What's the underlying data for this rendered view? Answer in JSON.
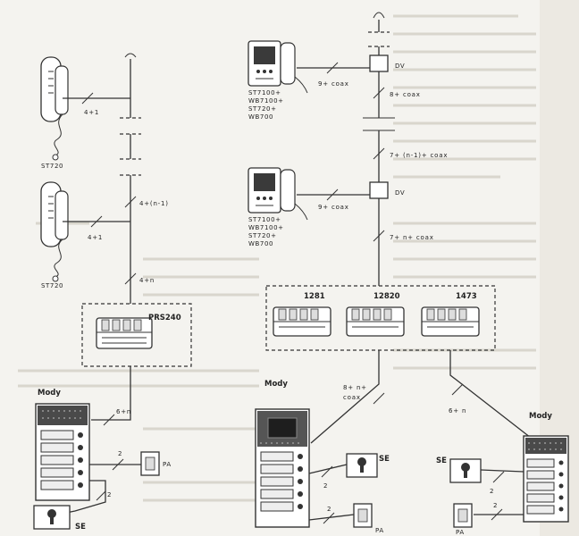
{
  "left_system": {
    "handset_top_label": "ST720",
    "handset_top_wires": "4+1",
    "riser_wires": "4+(n-1)",
    "handset_bottom_label": "ST720",
    "handset_bottom_wires": "4+1",
    "feed_wires": "4+n",
    "power_supply_label": "PRS240",
    "panel_brand": "Mody",
    "panel_wires": "6+n",
    "pa_wires": "2",
    "pa_label": "PA",
    "se_wires": "2",
    "se_label": "SE"
  },
  "right_system": {
    "monitor_top_label": [
      "ST7100+",
      "WB7100+",
      "ST720+",
      "WB700"
    ],
    "monitor_top_wires": "9+ coax",
    "dv_top_label": "DV",
    "riser_top_wires": "8+ coax",
    "riser_mid_wires": "7+ (n-1)+ coax",
    "monitor_bottom_label": [
      "ST7100+",
      "WB7100+",
      "ST720+",
      "WB700"
    ],
    "monitor_bottom_wires": "9+ coax",
    "dv_bottom_label": "DV",
    "riser_bottom_wires": "7+ n+ coax",
    "psu_labels": [
      "1281",
      "12820",
      "1473"
    ],
    "panel_mid_brand": "Mody",
    "panel_mid_wires": [
      "8+ n+",
      "coax"
    ],
    "panel_mid_se_wires": "2",
    "panel_mid_se_label": "SE",
    "panel_mid_pa_wires": "2",
    "panel_mid_pa_label": "PA",
    "panel_right_brand": "Mody",
    "panel_right_wires": "6+ n",
    "panel_right_se_wires": "2",
    "panel_right_se_label": "SE",
    "panel_right_pa_wires": "2",
    "panel_right_pa_label": "PA"
  }
}
